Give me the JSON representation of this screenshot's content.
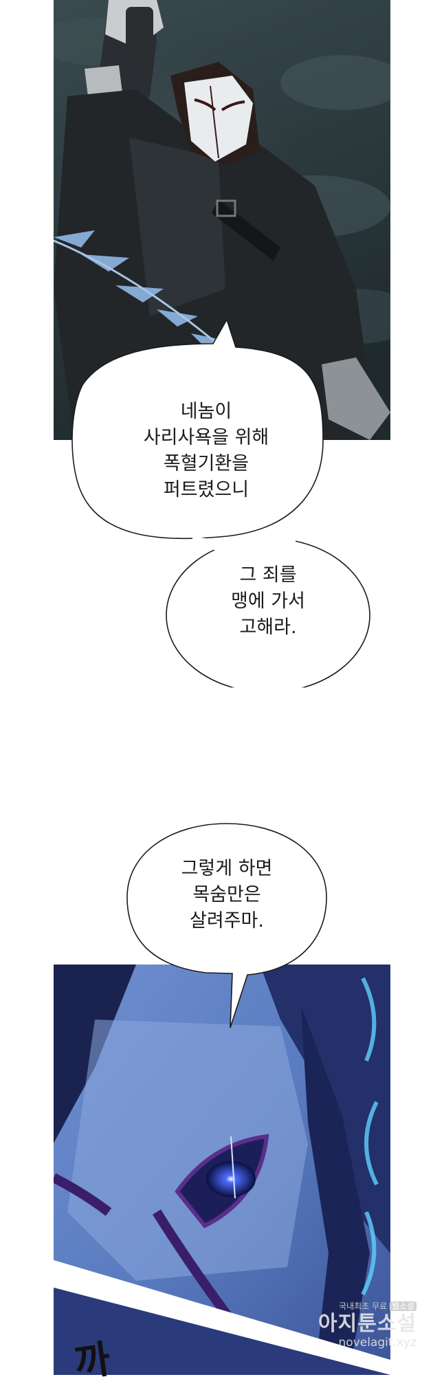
{
  "bubbles": {
    "one": {
      "lines": [
        "네놈이",
        "사리사욕을 위해",
        "폭혈기환을",
        "퍼트렸으니"
      ]
    },
    "two": {
      "lines": [
        "그 죄를",
        "맹에 가서",
        "고해라."
      ]
    },
    "three": {
      "lines": [
        "그렇게 하면",
        "목숨만은",
        "살려주마."
      ]
    }
  },
  "sfx": {
    "text": "까"
  },
  "watermark": {
    "line1a": "국내최초 무료",
    "line1b": "웹소설",
    "line2": "아지툰소설",
    "line3": "novelagit.xyz"
  }
}
